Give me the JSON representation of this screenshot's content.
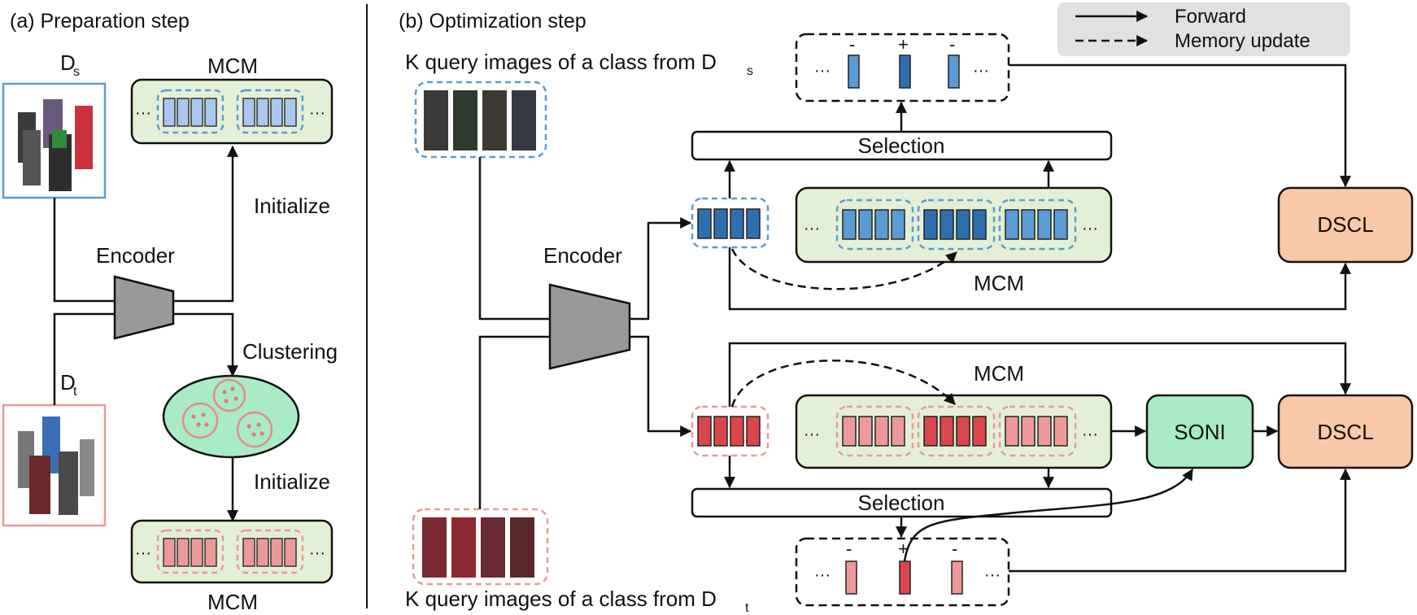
{
  "panel_a": {
    "title": "(a) Preparation step",
    "source_label": "D",
    "source_sub": "s",
    "target_label": "D",
    "target_sub": "t",
    "mcm_top": "MCM",
    "mcm_bottom": "MCM",
    "encoder": "Encoder",
    "initialize_top": "Initialize",
    "initialize_bottom": "Initialize",
    "clustering": "Clustering",
    "ellipsis": "···"
  },
  "panel_b": {
    "title": "(b) Optimization step",
    "query_source": "K query images of a class from D",
    "query_source_sub": "s",
    "query_target": "K query images of a class from D",
    "query_target_sub": "t",
    "encoder": "Encoder",
    "selection_top": "Selection",
    "selection_bottom": "Selection",
    "mcm_top": "MCM",
    "mcm_bottom": "MCM",
    "dscl_top": "DSCL",
    "dscl_bottom": "DSCL",
    "soni": "SONI",
    "minus": "-",
    "plus": "+",
    "ellipsis": "···"
  },
  "legend": {
    "forward": "Forward",
    "memory_update": "Memory update"
  },
  "colors": {
    "mcm_fill": "#e4f0d6",
    "blue_cell": "#5b9bd5",
    "blue_dark": "#2e6fb0",
    "blue_dash": "#5b9bd5",
    "red_cell": "#ec9a98",
    "red_dark": "#d9464c",
    "red_dash": "#e99a96",
    "dscl_fill": "#f8c8a8",
    "soni_fill": "#a9ebc4",
    "encoder_fill": "#9a9898",
    "legend_bg": "#e1e1e1"
  }
}
